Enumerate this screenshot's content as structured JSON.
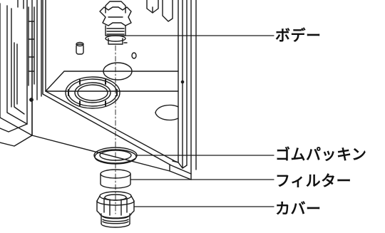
{
  "parts": {
    "body": "ボデー",
    "gasket": "ゴムパッキン",
    "filter": "フィルター",
    "cover": "カバー"
  },
  "colors": {
    "line": "#1a1a1a",
    "background": "#ffffff",
    "hatch": "#555555"
  }
}
